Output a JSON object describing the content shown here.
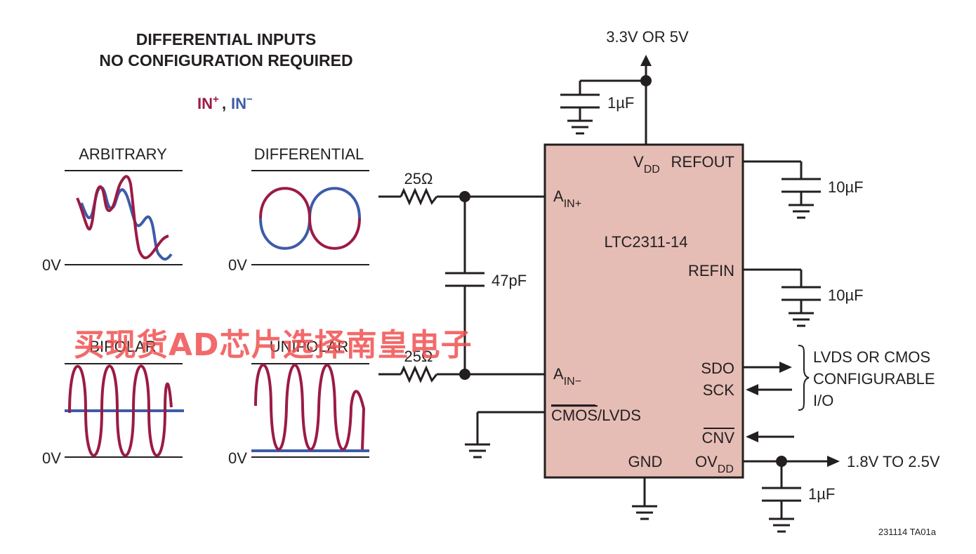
{
  "header": {
    "line1": "DIFFERENTIAL INPUTS",
    "line2": "NO CONFIGURATION REQUIRED",
    "legend_in_plus": "IN",
    "legend_plus_sup": "+",
    "legend_sep": ", ",
    "legend_in_minus": "IN",
    "legend_minus_sup": "−"
  },
  "waveforms": {
    "arbitrary": "ARBITRARY",
    "differential": "DIFFERENTIAL",
    "bipolar": "BIPOLAR",
    "unipolar": "UNIPOLAR",
    "zero_label": "0V"
  },
  "input_network": {
    "r_top": "25Ω",
    "r_bottom": "25Ω",
    "cap": "47pF"
  },
  "chip": {
    "name": "LTC2311-14",
    "fill": "#e5bdb5",
    "pins": {
      "vdd": "V",
      "vdd_sub": "DD",
      "refout": "REFOUT",
      "ain_plus": "A",
      "ain_plus_sub": "IN+",
      "refin": "REFIN",
      "ain_minus": "A",
      "ain_minus_sub": "IN−",
      "sdo": "SDO",
      "sck": "SCK",
      "cmos_lvds_bar": "CMOS",
      "cmos_lvds_rest": "/LVDS",
      "cnv": "CNV",
      "gnd": "GND",
      "ovdd": "OV",
      "ovdd_sub": "DD"
    }
  },
  "supplies": {
    "vdd_supply": "3.3V OR 5V",
    "vdd_cap": "1µF",
    "refout_cap": "10µF",
    "refin_cap": "10µF",
    "ovdd_cap": "1µF",
    "ovdd_supply": "1.8V TO 2.5V"
  },
  "io_note": [
    "LVDS OR CMOS",
    "CONFIGURABLE",
    "I/O"
  ],
  "figure_id": "231114 TA01a",
  "watermark": "买现货AD芯片选择南皇电子",
  "colors": {
    "in_plus": "#9b1b44",
    "in_minus": "#3e5ba9"
  }
}
